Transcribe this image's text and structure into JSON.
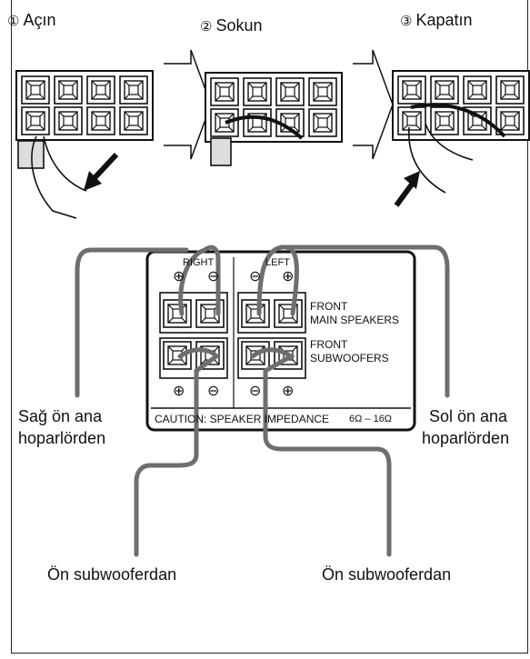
{
  "steps": [
    {
      "num": "①",
      "label": "Açın"
    },
    {
      "num": "②",
      "label": "Sokun"
    },
    {
      "num": "③",
      "label": "Kapatın"
    }
  ],
  "panel": {
    "right_label": "RIGHT",
    "left_label": "LEFT",
    "plus": "⊕",
    "minus": "⊖",
    "front_main_line1": "FRONT",
    "front_main_line2": "MAIN SPEAKERS",
    "front_sub_line1": "FRONT",
    "front_sub_line2": "SUBWOOFERS",
    "caution": "CAUTION:  SPEAKER  IMPEDANCE",
    "impedance": "6Ω – 16Ω"
  },
  "callouts": {
    "right_main_line1": "Sağ ön ana",
    "right_main_line2": "hoparlörden",
    "left_main_line1": "Sol ön ana",
    "left_main_line2": "hoparlörden",
    "sub_left": "Ön subwooferdan",
    "sub_right": "Ön subwooferdan"
  }
}
